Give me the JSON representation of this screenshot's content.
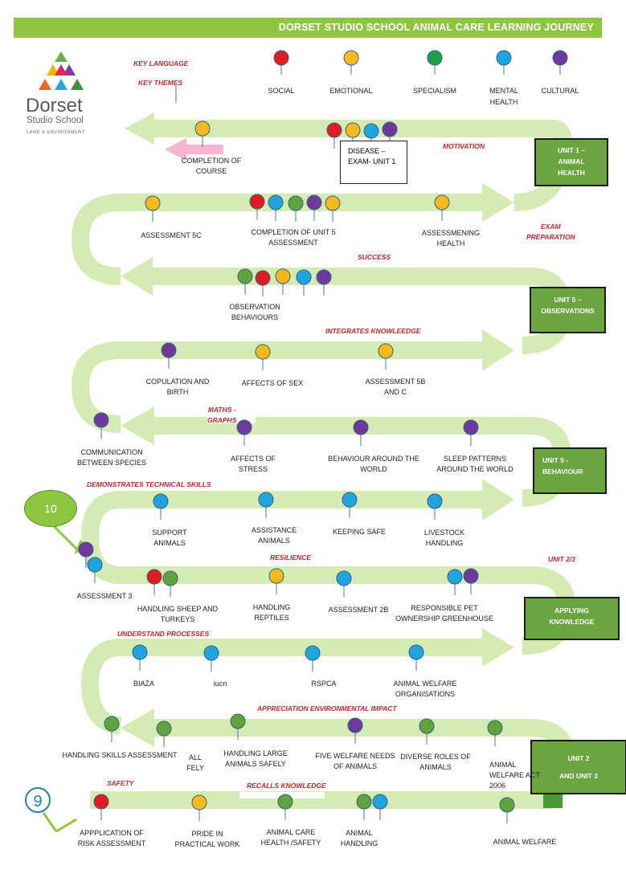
{
  "title": "DORSET STUDIO SCHOOL ANIMAL CARE LEARNING JOURNEY",
  "logo": {
    "name": "Dorset",
    "sub": "Studio School",
    "tagline": "LAND & ENVIRONMENT"
  },
  "key": {
    "language": "KEY LANGUAGE",
    "themes": "KEY THEMES"
  },
  "legend": [
    {
      "label": "SOCIAL",
      "color": "#e01b22"
    },
    {
      "label": "EMOTIONAL",
      "color": "#f6b91a"
    },
    {
      "label": "SPECIALISM",
      "color": "#16a14a"
    },
    {
      "label": "MENTAL\nHEALTH",
      "color": "#1fa4e0"
    },
    {
      "label": "CULTURAL",
      "color": "#6d3a9c"
    }
  ],
  "boxes": {
    "unit1": "UNIT 1 –\nANIMAL\nHEALTH",
    "unit5obs": "UNIT 5 –\nOBSERVATIONS",
    "unit5beh": "UNIT 5 -\nBEHAVIOUR",
    "applying": "APPLYING\nKNOWLEDGE",
    "unit2": "UNIT 2\n\nAND UNIT 3"
  },
  "disease_box": "DISEASE –\nEXAM- UNIT 1",
  "badges": {
    "ten": "10",
    "nine": "9"
  },
  "themes": {
    "motivation": "MOTIVATION",
    "exam_prep": "EXAM\nPREPARATION",
    "success": "SUCCESS",
    "integrates": "INTEGRATES KNOWLEEDGE",
    "maths": "MATHS -\nGRAPHS",
    "technical": "DEMONSTRATES TECHNICAL SKILLS",
    "unit23": "UNIT 2/3",
    "resilience": "RESILIENCE",
    "understand": "UNDERSTAND PROCESSES",
    "appreciation": "APPRECIATION ENVIRONMENTAL IMPACT",
    "safety": "SAFETY",
    "recalls": "RECALLS KNOWLEDGE"
  },
  "labels": {
    "completion_course": "COMPLETION OF\nCOURSE",
    "assessment_5c": "ASSESSMENT 5C",
    "completion_unit5": "COMPLETION OF UNIT 5\nASSESSMENT",
    "assessing_health": "ASSESSMENING\nHEALTH",
    "observation": "OBSERVATION\nBEHAVIOURS",
    "copulation": "COPULATION AND\nBIRTH",
    "affects_sex": "AFFECTS OF SEX",
    "assessment_5b": "ASSESSMENT 5B\nAND C",
    "communication": "COMMUNICATION\nBETWEEN SPECIES",
    "affects_stress": "AFFECTS OF\nSTRESS",
    "behaviour_world": "BEHAVIOUR AROUND THE\nWORLD",
    "sleep": "SLEEP PATTERNS\nAROUND THE WORLD",
    "support": "SUPPORT\nANIMALS",
    "assistance": "ASSISTANCE\nANIMALS",
    "keeping_safe": "KEEPING SAFE",
    "livestock": "LIVESTOCK\nHANDLING",
    "assessment3": "ASSESSMENT 3",
    "sheep": "HANDLING SHEEP AND\nTURKEYS",
    "reptiles": "HANDLING\nREPTILES",
    "assessment2b": "ASSESSMENT 2B",
    "responsible": "RESPONSIBLE PET\nOWNERSHIP GREENHOUSE",
    "biaza": "BIAZA",
    "iucn": "iucn",
    "rspca": "RSPCA",
    "welfare_orgs": "ANIMAL WELFARE\nORGANISATIONS",
    "handling_skills": "HANDLING SKILLS ASSESSMENT",
    "all_fely": "ALL\nFELY",
    "large_animals": "HANDLING LARGE\nANIMALS SAFELY",
    "five_needs": "FIVE WELFARE NEEDS\nOF ANIMALS",
    "diverse_roles": "DIVERSE ROLES OF\nANIMALS",
    "welfare_act": "ANIMAL\nWELFARE ACT\n2006",
    "risk": "APPPLICATION OF\nRISK ASSESSMENT",
    "pride": "PRIDE IN\nPRACTICAL WORK",
    "care_health": "ANIMAL CARE\nHEALTH /SAFETY",
    "animal_handling": "ANIMAL\nHANDLING",
    "animal_welfare": "ANIMAL WELFARE"
  }
}
